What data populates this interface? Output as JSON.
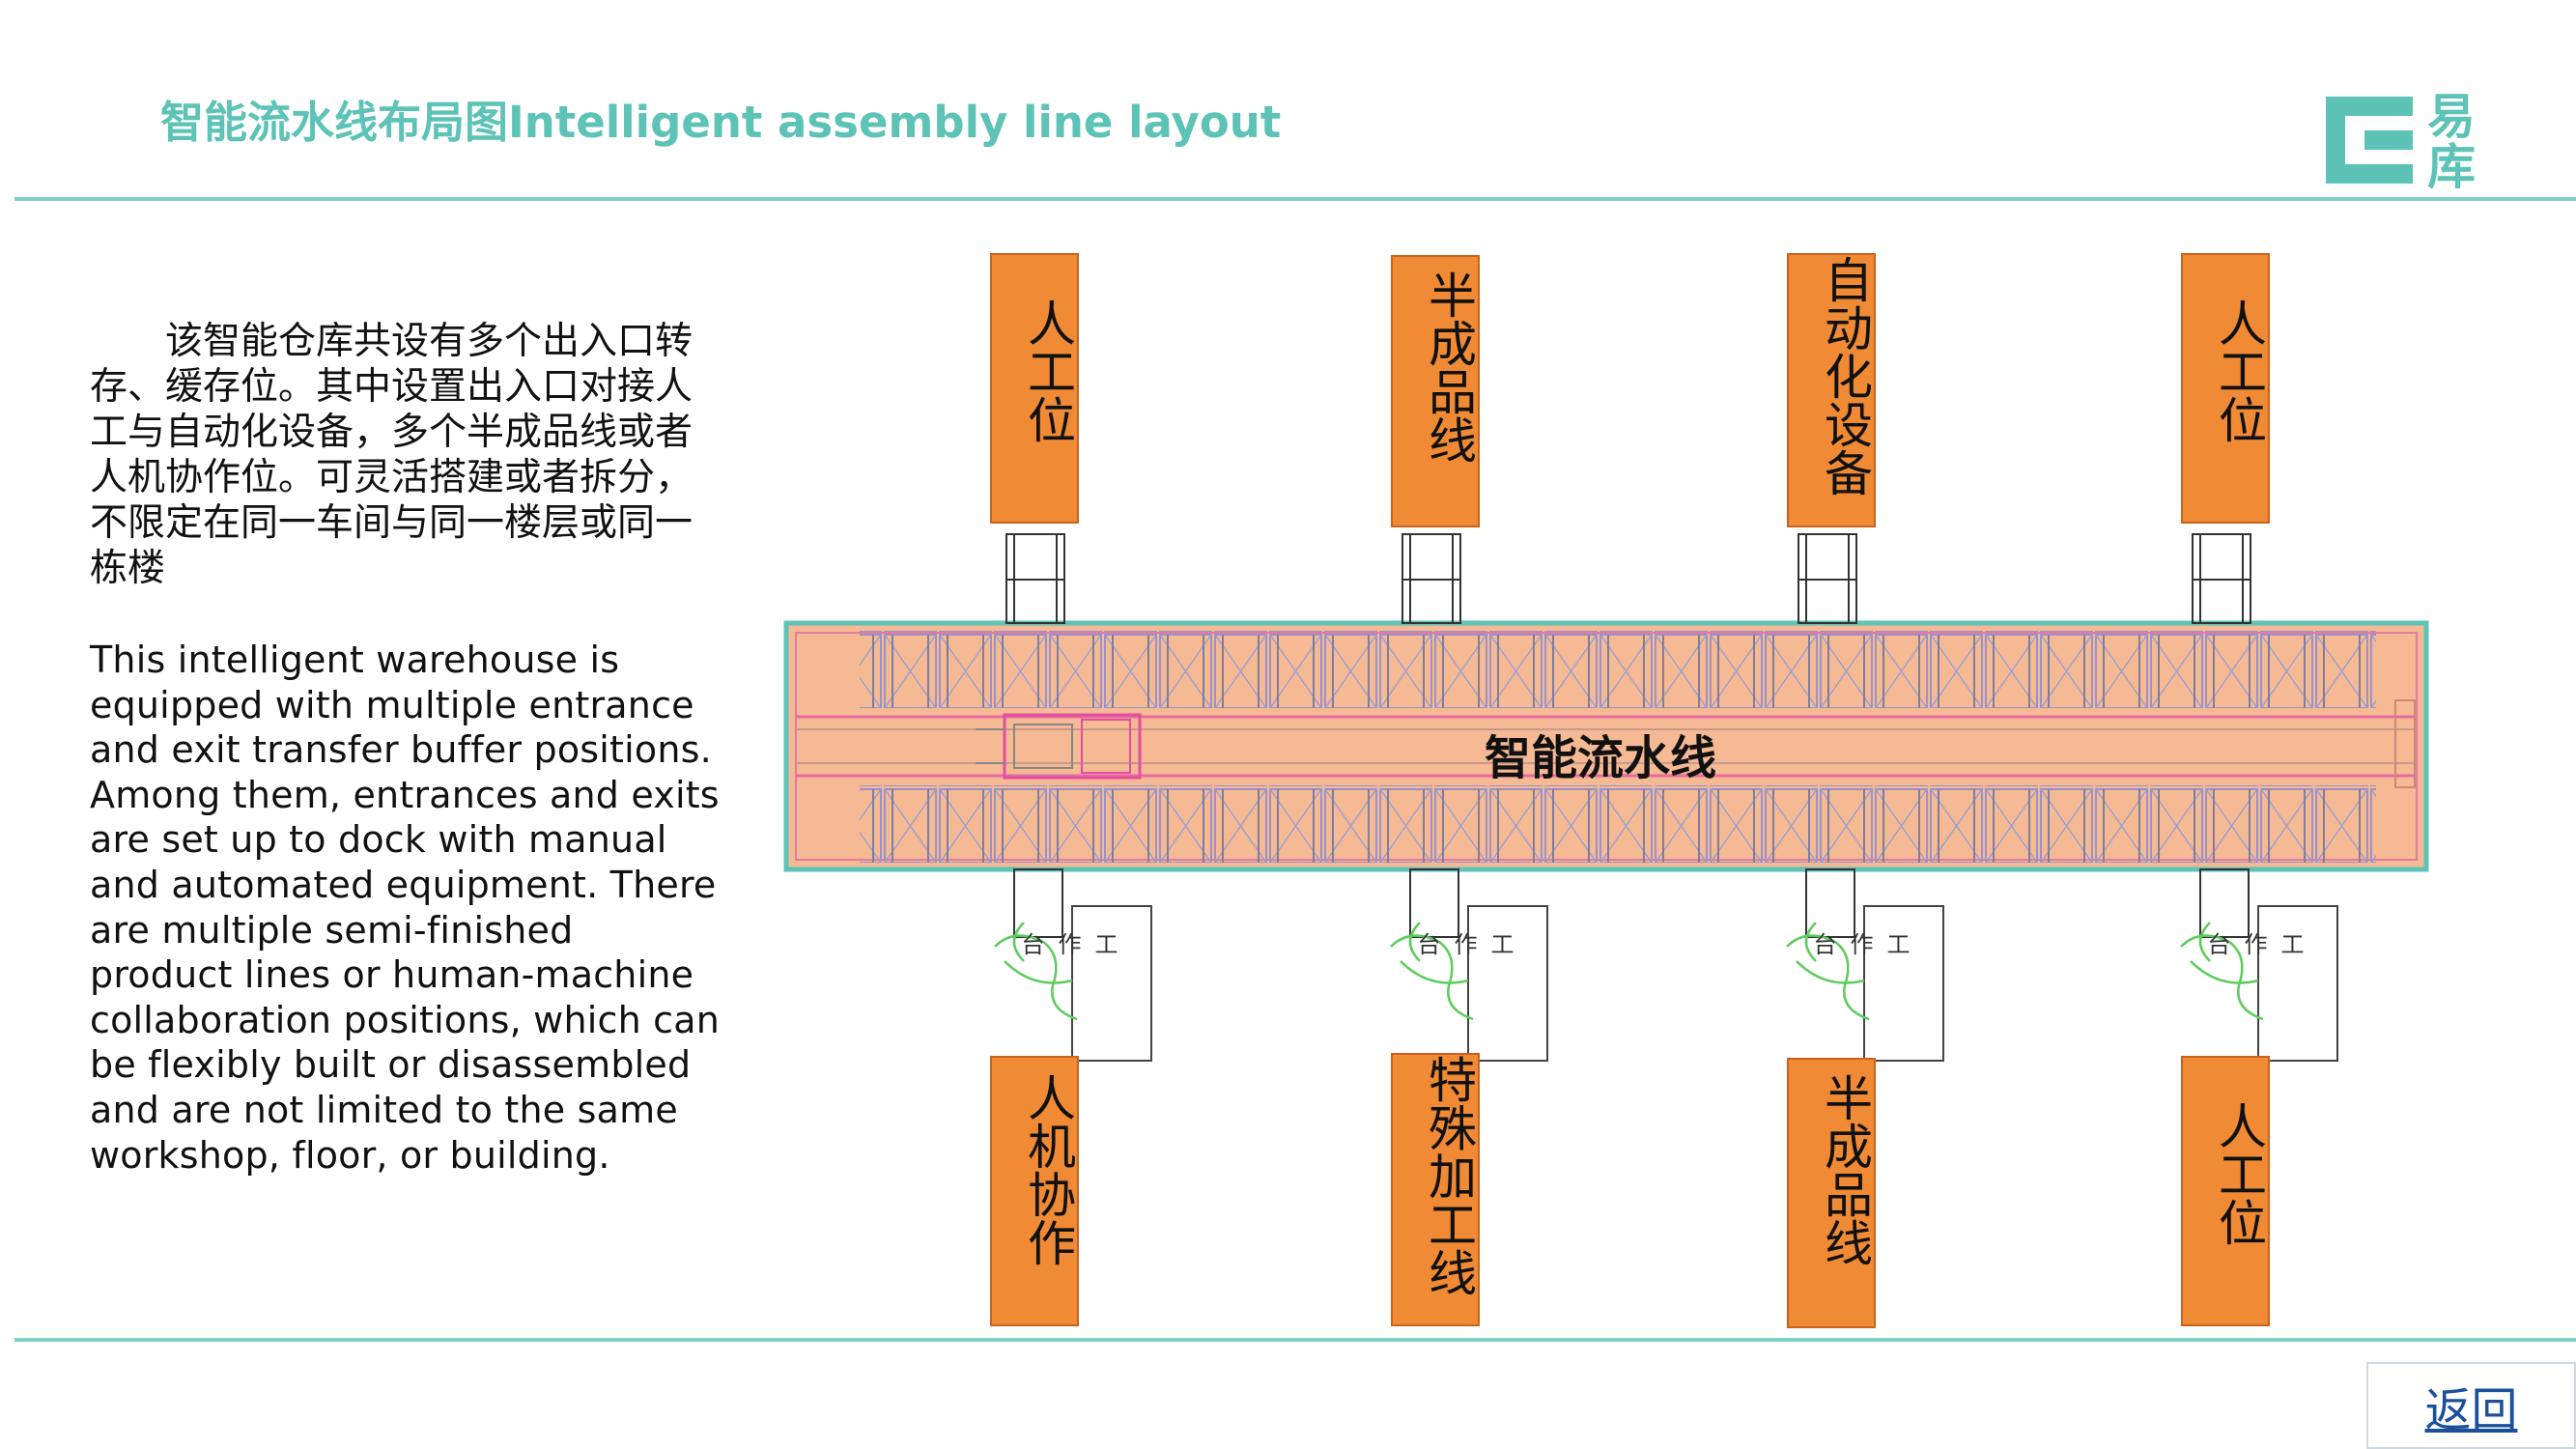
{
  "header": {
    "title": "智能流水线布局图Intelligent assembly line layout",
    "logo_char_1": "易",
    "logo_char_2": "库"
  },
  "description": {
    "cn": "该智能仓库共设有多个出入口转存、缓存位。其中设置出入口对接人工与自动化设备，多个半成品线或者人机协作位。可灵活搭建或者拆分，不限定在同一车间与同一楼层或同一栋楼",
    "en": "This intelligent warehouse is equipped with multiple entrance and exit transfer buffer positions. Among them, entrances and exits are set up to dock with manual and automated equipment. There are multiple semi-finished product lines or human-machine collaboration positions, which can be flexibly built or disassembled and are not limited to the same workshop, floor, or building."
  },
  "diagram": {
    "line_label": "智能流水线",
    "top_stations": [
      "人工位",
      "半成品线",
      "自动化设备",
      "人工位"
    ],
    "bottom_stations": [
      "人机协作",
      "特殊加工线",
      "半成品线",
      "人工位"
    ],
    "workbench_label": "工作台"
  },
  "footer": {
    "return_label": "返回"
  },
  "colors": {
    "accent": "#5cc3b6",
    "station": "#f08a34",
    "conveyor": "#f5b994"
  }
}
